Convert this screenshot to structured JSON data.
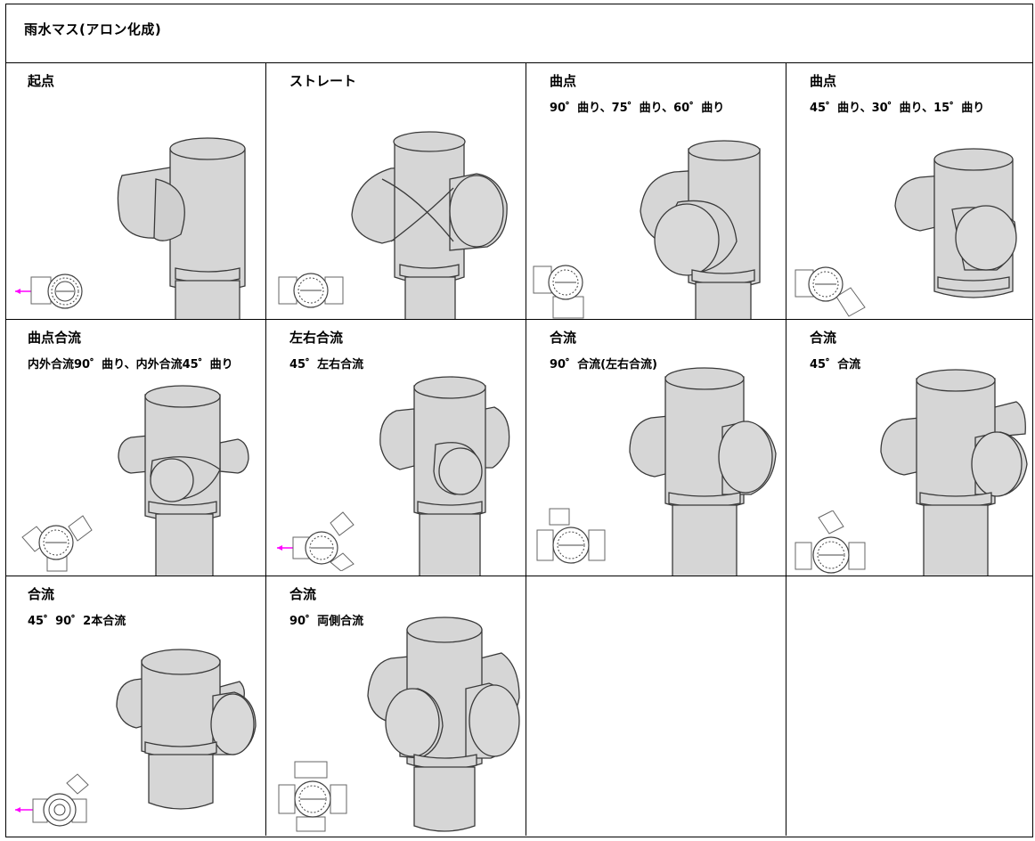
{
  "page": {
    "title": "雨水マス(アロン化成)"
  },
  "cells": [
    {
      "title": "起点",
      "subtitle": "",
      "fitting": "start-point-catch-basin"
    },
    {
      "title": "ストレート",
      "subtitle": "",
      "fitting": "straight-catch-basin"
    },
    {
      "title": "曲点",
      "subtitle": "90゜曲り、75゜曲り、60゜曲り",
      "fitting": "bend-large-catch-basin"
    },
    {
      "title": "曲点",
      "subtitle": "45゜曲り、30゜曲り、15゜曲り",
      "fitting": "bend-small-catch-basin"
    },
    {
      "title": "曲点合流",
      "subtitle": "内外合流90゜曲り、内外合流45゜曲り",
      "fitting": "bend-confluence-catch-basin"
    },
    {
      "title": "左右合流",
      "subtitle": "45゜左右合流",
      "fitting": "left-right-confluence-catch-basin"
    },
    {
      "title": "合流",
      "subtitle": "90゜合流(左右合流)",
      "fitting": "confluence-90-catch-basin"
    },
    {
      "title": "合流",
      "subtitle": "45゜合流",
      "fitting": "confluence-45-catch-basin"
    },
    {
      "title": "合流",
      "subtitle": "45゜90゜2本合流",
      "fitting": "double-confluence-catch-basin"
    },
    {
      "title": "合流",
      "subtitle": "90゜両側合流",
      "fitting": "both-sides-confluence-catch-basin"
    },
    {
      "title": "",
      "subtitle": "",
      "fitting": ""
    },
    {
      "title": "",
      "subtitle": "",
      "fitting": ""
    }
  ],
  "colors": {
    "fitting_fill": "#d6d6d6",
    "fitting_stroke": "#3a3a3a",
    "flow_arrow": "#ff00ff",
    "grid_line": "#000000"
  }
}
